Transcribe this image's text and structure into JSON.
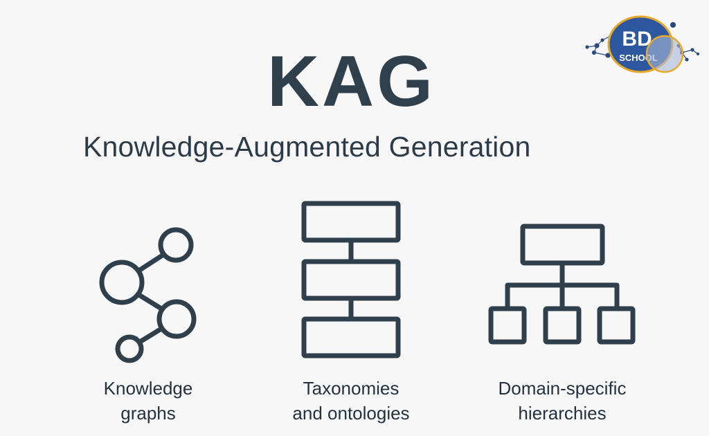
{
  "header": {
    "title": "KAG",
    "subtitle": "Knowledge-Augmented Generation"
  },
  "logo": {
    "line1": "BD",
    "line2": "SCHOOL",
    "colors": {
      "circle": "#2d58a0",
      "ring": "#e8a92a",
      "overlay": "#a9b8d6"
    }
  },
  "items": [
    {
      "icon": "knowledge-graph-icon",
      "line1": "Knowledge",
      "line2": "graphs"
    },
    {
      "icon": "taxonomy-stack-icon",
      "line1": "Taxonomies",
      "line2": "and ontologies"
    },
    {
      "icon": "hierarchy-tree-icon",
      "line1": "Domain-specific",
      "line2": "hierarchies"
    }
  ],
  "colors": {
    "ink": "#2f3f4b",
    "background": "#f7f7f7"
  }
}
